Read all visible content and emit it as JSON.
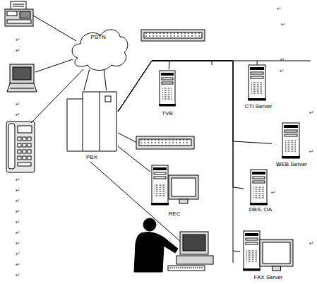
{
  "diagram": {
    "nodes": [
      {
        "text": [
          "PSTN"
        ]
      },
      {
        "text": [
          "PBX"
        ]
      },
      {
        "text": [
          "TVB"
        ]
      },
      {
        "text": [
          "CTI Server"
        ]
      },
      {
        "text": [
          "WEB Server"
        ]
      },
      {
        "text": [
          "REC"
        ]
      },
      {
        "text": [
          "DBS. OA"
        ]
      },
      {
        "text": [
          "FAX Server"
        ]
      }
    ],
    "edges": [
      {
        "from": 0,
        "to": 1,
        "arrow": "none"
      },
      {
        "from": 0,
        "to": 1,
        "arrow": "none"
      },
      {
        "from": 1,
        "to": 5,
        "arrow": "none"
      },
      {
        "from": 1,
        "to": 2,
        "arrow": "none"
      },
      {
        "from": 1,
        "to": 3,
        "arrow": "none"
      },
      {
        "from": 1,
        "to": 4,
        "arrow": "none"
      },
      {
        "from": 1,
        "to": 6,
        "arrow": "none"
      },
      {
        "from": 1,
        "to": 7,
        "arrow": "none"
      }
    ],
    "labels": [
      "↵",
      "↵",
      "↵",
      "↵",
      "↵",
      "↵",
      "↵",
      "↵",
      "↵",
      "↵",
      "↵",
      "↵",
      "↵",
      "↵",
      "↵",
      "↵",
      "↵",
      "↵",
      "↵",
      "↵",
      "↵",
      "↵",
      "↵",
      "↵"
    ]
  }
}
